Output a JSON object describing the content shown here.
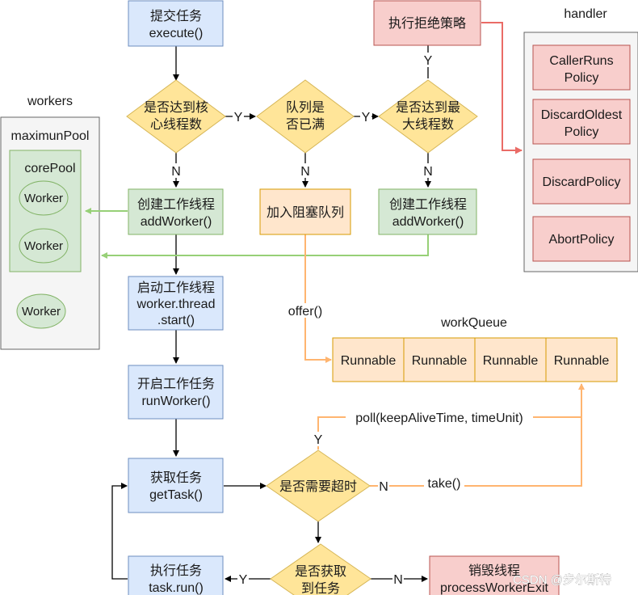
{
  "diagram": {
    "steps": {
      "submit": [
        "提交任务",
        "execute()"
      ],
      "core_check": [
        "是否达到核",
        "心线程数"
      ],
      "queue_check": [
        "队列是",
        "否已满"
      ],
      "max_check": [
        "是否达到最",
        "大线程数"
      ],
      "reject": [
        "执行拒绝策略"
      ],
      "create_core": [
        "创建工作线程",
        "addWorker()"
      ],
      "enqueue": [
        "加入阻塞队列"
      ],
      "create_max": [
        "创建工作线程",
        "addWorker()"
      ],
      "start_thread": [
        "启动工作线程",
        "worker.thread",
        ".start()"
      ],
      "run_worker": [
        "开启工作任务",
        "runWorker()"
      ],
      "get_task": [
        "获取任务",
        "getTask()"
      ],
      "timeout_check": [
        "是否需要超时"
      ],
      "got_task_check": [
        "是否获取",
        "到任务"
      ],
      "run_task": [
        "执行任务",
        "task.run()"
      ],
      "destroy": [
        "销毁线程",
        "processWorkerExit"
      ]
    },
    "edge_labels": {
      "yes": "Y",
      "no": "N",
      "offer": "offer()",
      "poll": "poll(keepAliveTime, timeUnit)",
      "take": "take()"
    },
    "workers_group": {
      "title": "workers",
      "max_pool": "maximunPool",
      "core_pool": "corePool",
      "worker": "Worker"
    },
    "handler_group": {
      "title": "handler",
      "policies": [
        [
          "CallerRuns",
          "Policy"
        ],
        [
          "DiscardOldest",
          "Policy"
        ],
        [
          "DiscardPolicy"
        ],
        [
          "AbortPolicy"
        ]
      ]
    },
    "queue_group": {
      "title": "workQueue",
      "cells": [
        "Runnable",
        "Runnable",
        "Runnable",
        "Runnable"
      ]
    },
    "colors": {
      "blue_fill": "#dae8fc",
      "blue_stroke": "#6c8ebf",
      "yellow_fill": "#ffe599",
      "yellow_stroke": "#d6b656",
      "green_fill": "#d5e8d4",
      "green_stroke": "#82b366",
      "orange_fill": "#ffe6cc",
      "orange_stroke": "#d79b00",
      "red_fill": "#f8cecc",
      "red_stroke": "#b85450",
      "green_line": "#97d077",
      "orange_line": "#ffb570",
      "red_line": "#ea6b66"
    }
  },
  "watermark": "CSDN @步尔斯特"
}
